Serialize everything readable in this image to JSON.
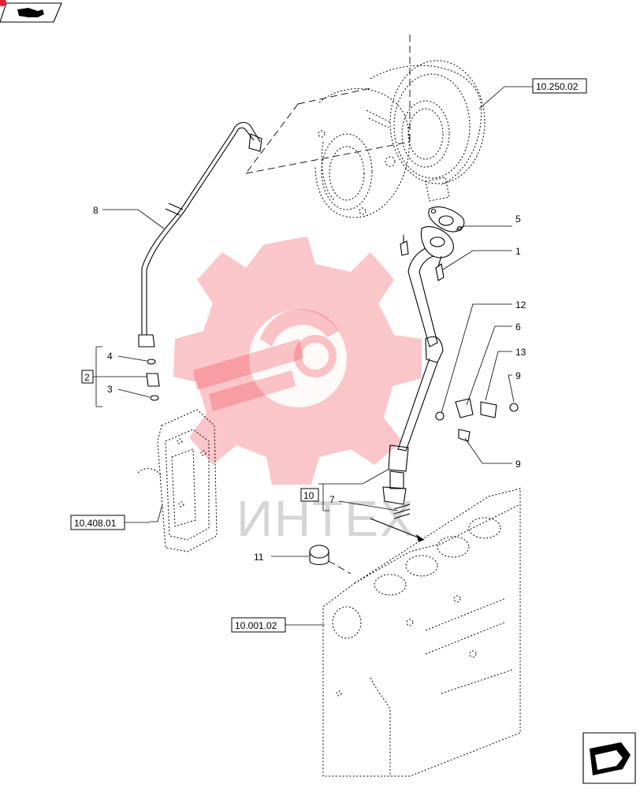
{
  "refs": {
    "turbo": "10.250.02",
    "cover": "10.408.01",
    "block": "10.001.02"
  },
  "items": {
    "i1": "1",
    "i2": "2",
    "i3": "3",
    "i4": "4",
    "i5": "5",
    "i6": "6",
    "i7": "7",
    "i8": "8",
    "i9a": "9",
    "i9b": "9",
    "i10": "10",
    "i11": "11",
    "i12": "12",
    "i13": "13"
  },
  "watermark": {
    "text": "ИНТЕХ",
    "color": "#f2343d"
  },
  "icons": {
    "top_left": "book-arrow-icon",
    "bottom_right": "next-page-arrow-icon"
  }
}
